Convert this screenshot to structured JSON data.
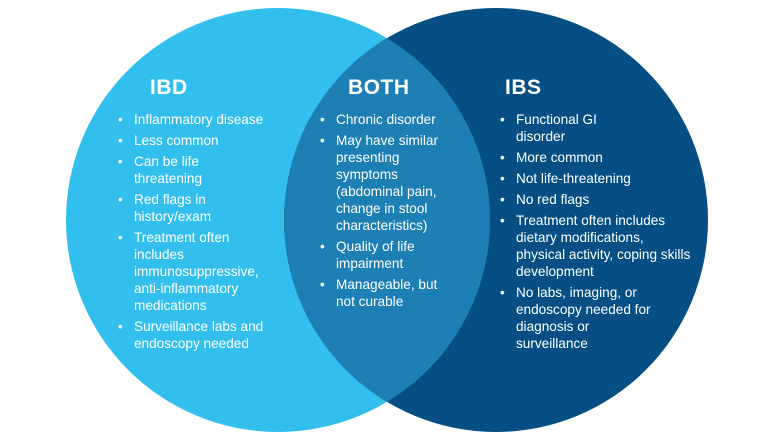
{
  "colors": {
    "ibd": "#33bfee",
    "overlap": "#1d7fb4",
    "ibs": "#054f84",
    "text": "#ffffff"
  },
  "ibd": {
    "title": "IBD",
    "items": [
      "Inflammatory disease",
      "Less common",
      "Can be life threatening",
      "Red flags in history/exam",
      "Treatment often includes immunosuppressive, anti-inflammatory medications",
      "Surveillance labs and endoscopy needed"
    ]
  },
  "both": {
    "title": "BOTH",
    "items": [
      "Chronic disorder",
      "May have similar presenting symptoms (abdominal pain, change in stool characteristics)",
      "Quality of life impairment",
      "Manageable, but not curable"
    ]
  },
  "ibs": {
    "title": "IBS",
    "items": [
      "Functional GI disorder",
      "More common",
      "Not life-threatening",
      "No red flags",
      "Treatment often includes dietary modifications, physical activity, coping skills development",
      "No labs, imaging, or endoscopy needed for diagnosis or surveillance"
    ]
  }
}
